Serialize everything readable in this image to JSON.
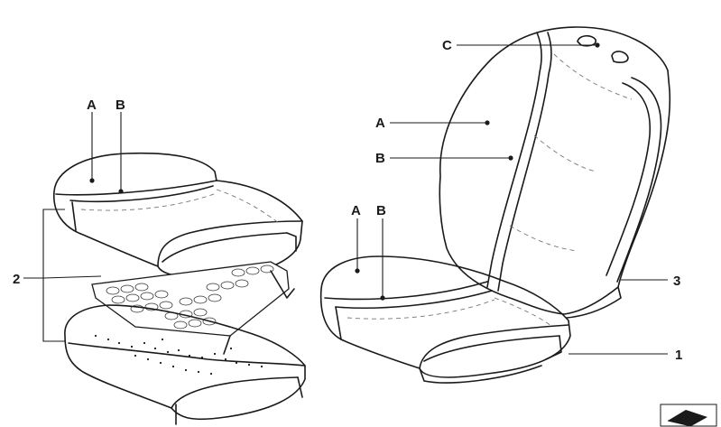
{
  "labels": {
    "part_1": "1",
    "part_2": "2",
    "part_3": "3",
    "backrest_A": "A",
    "backrest_B": "B",
    "backrest_C": "C",
    "seat_right_A": "A",
    "seat_right_B": "B",
    "seat_left_A": "A",
    "seat_left_B": "B"
  }
}
